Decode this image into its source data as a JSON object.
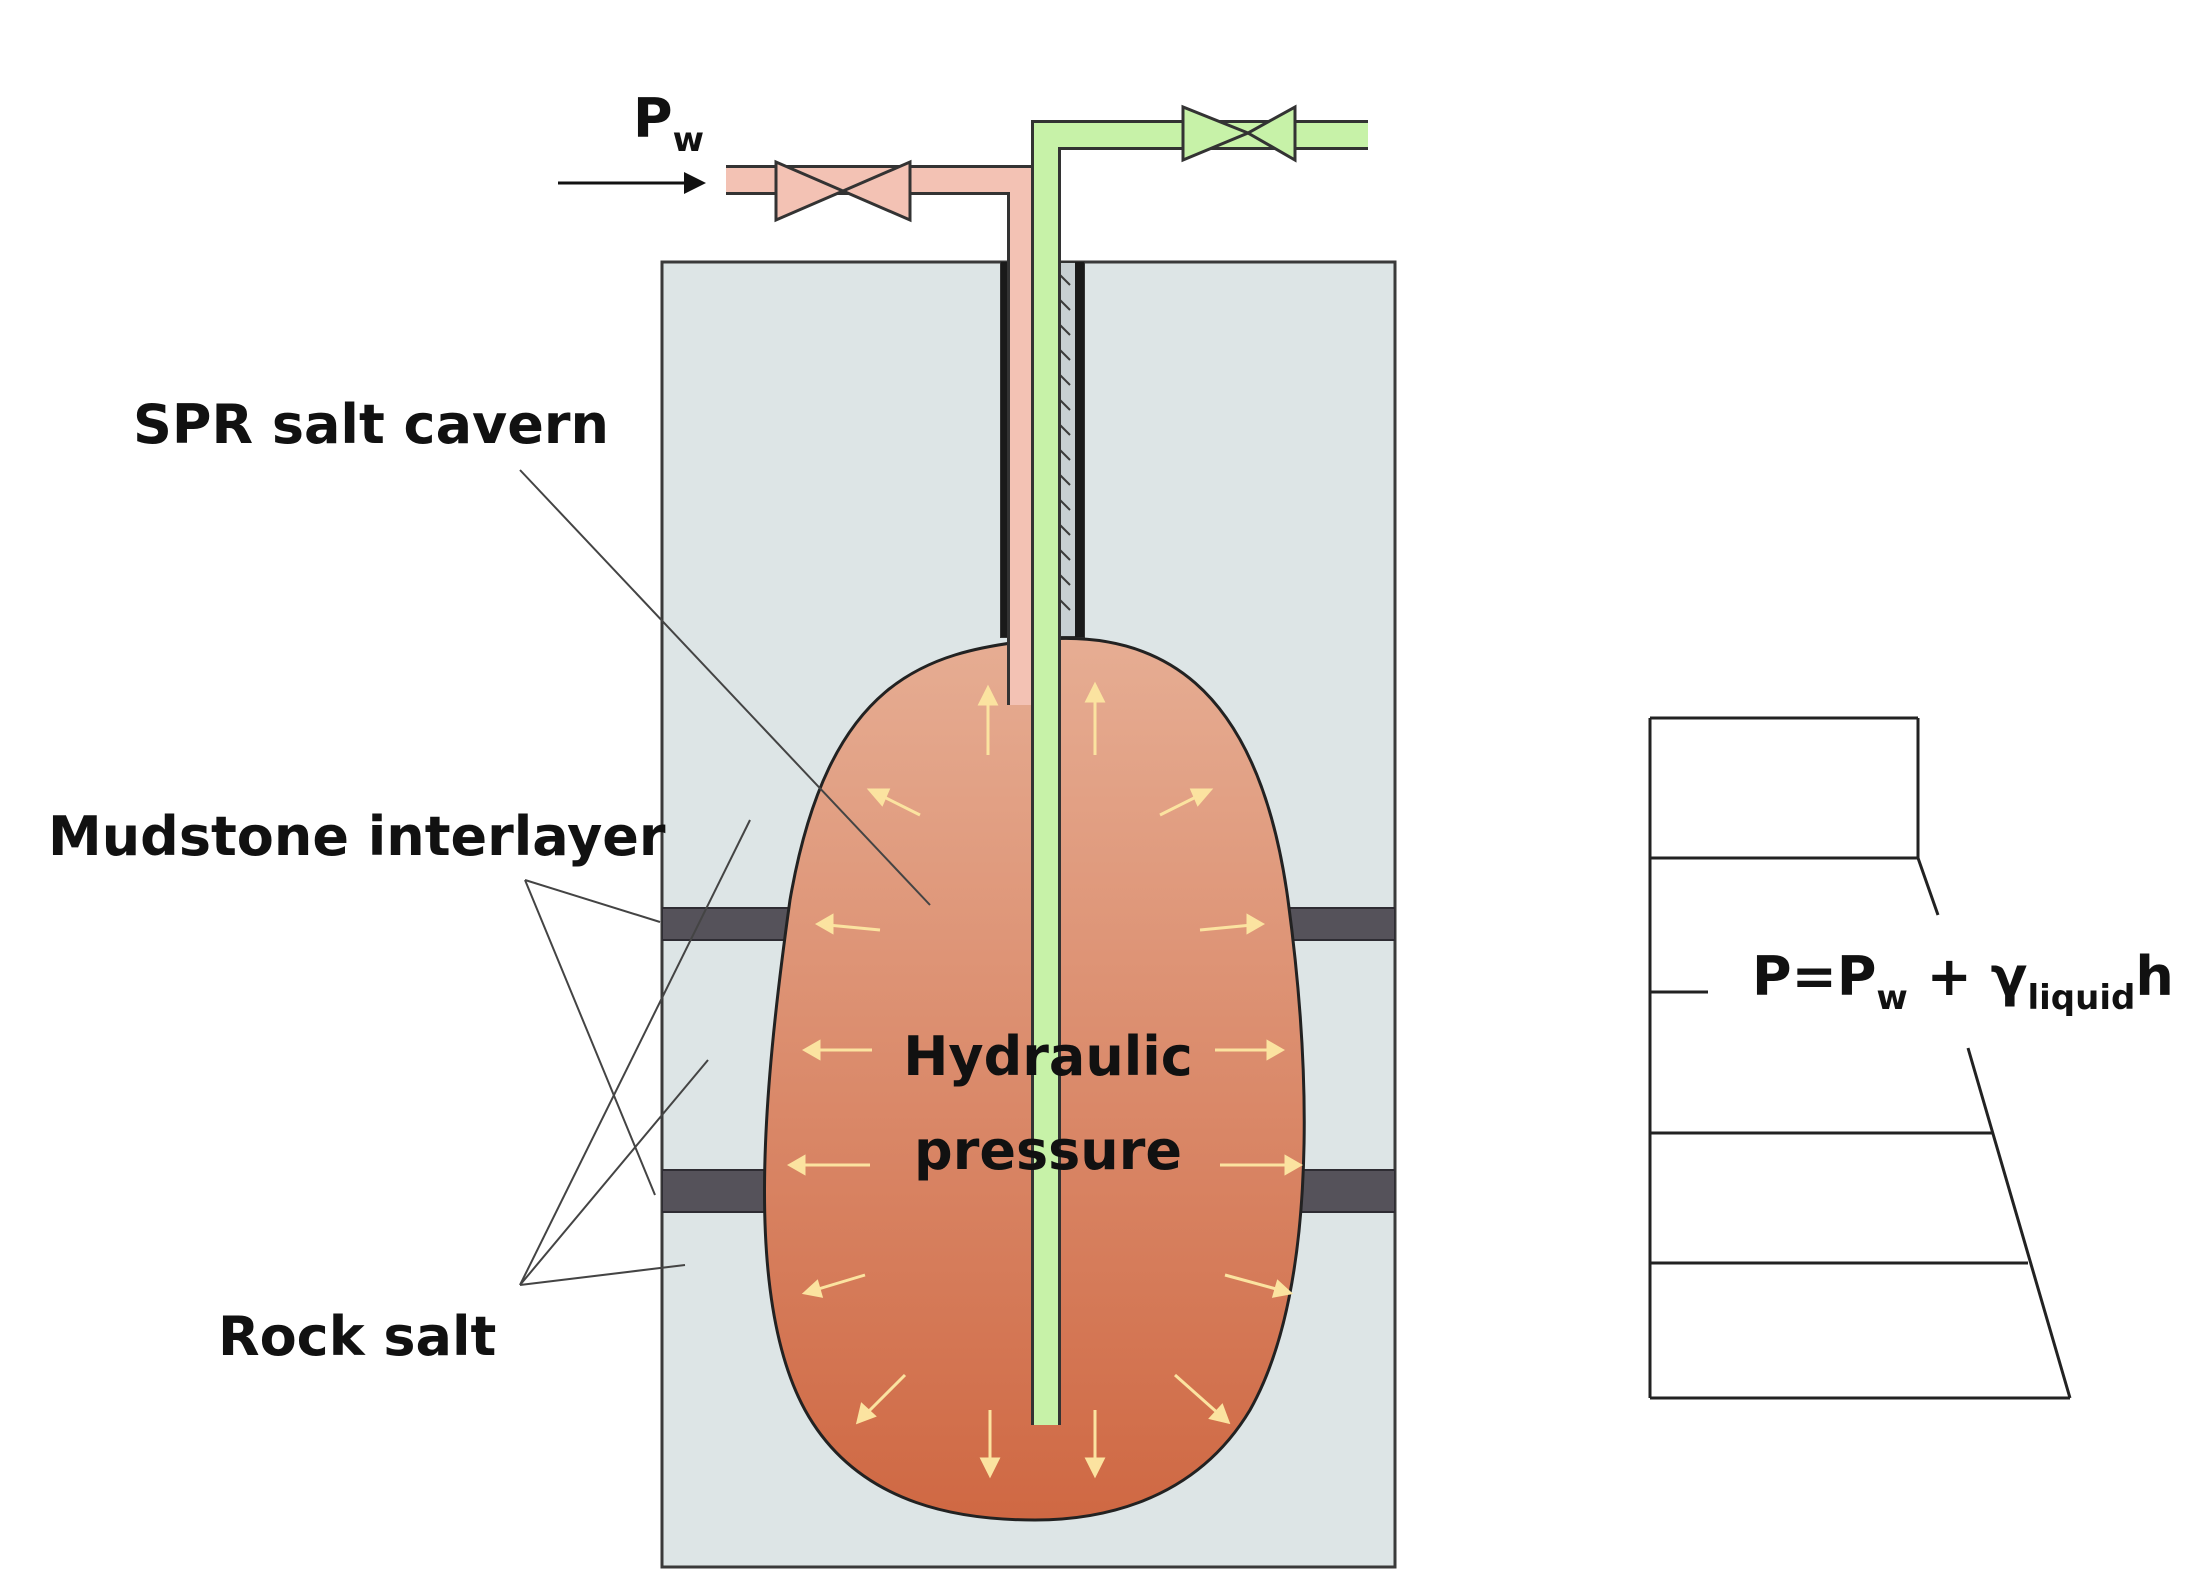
{
  "labels": {
    "pw_main": "P",
    "pw_sub": "w",
    "spr_cavern": "SPR salt cavern",
    "mudstone": "Mudstone interlayer",
    "rock_salt": "Rock salt",
    "hydraulic_line1": "Hydraulic",
    "hydraulic_line2": "pressure"
  },
  "formula": {
    "lhs": "P=P",
    "pw_sub": "w",
    "plus": " + γ",
    "gamma_sub": "liquid",
    "tail": "h"
  },
  "colors": {
    "rock_salt": "#dde5e6",
    "mudstone": "#55525a",
    "cavern_top": "#e3a88e",
    "cavern_bottom": "#d06a44",
    "injection_pipe": "#f3c2b4",
    "withdrawal_pipe": "#c7f2a8",
    "pressure_arrows": "#fbe3a0",
    "outline": "#222222"
  }
}
